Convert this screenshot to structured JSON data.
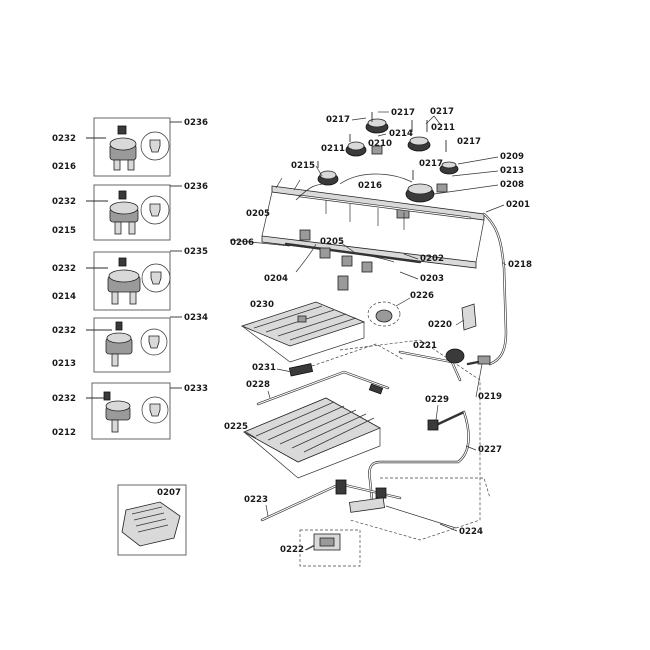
{
  "labels": {
    "p0236a": "0236",
    "p0232a": "0232",
    "p0216": "0216",
    "p0236b": "0236",
    "p0232b": "0232",
    "p0215l": "0215",
    "p0235": "0235",
    "p0232c": "0232",
    "p0214l": "0214",
    "p0234": "0234",
    "p0232d": "0232",
    "p0213l": "0213",
    "p0233": "0233",
    "p0232e": "0232",
    "p0212": "0212",
    "p0207": "0207",
    "p0217a": "0217",
    "p0217b": "0217",
    "p0217c": "0217",
    "p0217d": "0217",
    "p0217e": "0217",
    "p0214r": "0214",
    "p0211a": "0211",
    "p0211b": "0211",
    "p0210": "0210",
    "p0209": "0209",
    "p0215r": "0215",
    "p0216r": "0216",
    "p0213r": "0213",
    "p0208": "0208",
    "p0205a": "0205",
    "p0201": "0201",
    "p0206": "0206",
    "p0205b": "0205",
    "p0202": "0202",
    "p0218": "0218",
    "p0204": "0204",
    "p0203": "0203",
    "p0230": "0230",
    "p0226": "0226",
    "p0220": "0220",
    "p0221": "0221",
    "p0231": "0231",
    "p0219": "0219",
    "p0228": "0228",
    "p0229": "0229",
    "p0225": "0225",
    "p0227": "0227",
    "p0223": "0223",
    "p0224": "0224",
    "p0222": "0222"
  }
}
